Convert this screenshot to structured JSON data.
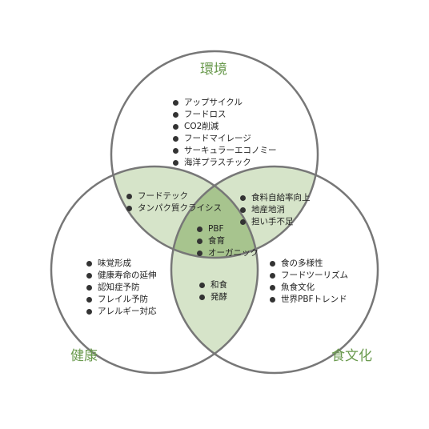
{
  "colors": {
    "circle_stroke": "#777777",
    "overlap_two": "#d6e4c9",
    "overlap_three": "#a7c48e",
    "label_green": "#6a9a4e",
    "bullet": "#333333"
  },
  "circles": {
    "environment": {
      "label": "環境",
      "items": [
        "アップサイクル",
        "フードロス",
        "CO2削減",
        "フードマイレージ",
        "サーキュラーエコノミー",
        "海洋プラスチック"
      ]
    },
    "health": {
      "label": "健康",
      "items": [
        "味覚形成",
        "健康寿命の延伸",
        "認知症予防",
        "フレイル予防",
        "アレルギー対応"
      ]
    },
    "food_culture": {
      "label": "食文化",
      "items": [
        "食の多様性",
        "フードツーリズム",
        "魚食文化",
        "世界PBFトレンド"
      ]
    }
  },
  "overlaps": {
    "environment_health": [
      "フードテック",
      "タンパク質クライシス"
    ],
    "environment_food_culture": [
      "食料自給率向上",
      "地産地消",
      "担い手不足"
    ],
    "health_food_culture": [
      "和食",
      "発酵"
    ],
    "all_three": [
      "PBF",
      "食育",
      "オーガニック"
    ]
  }
}
